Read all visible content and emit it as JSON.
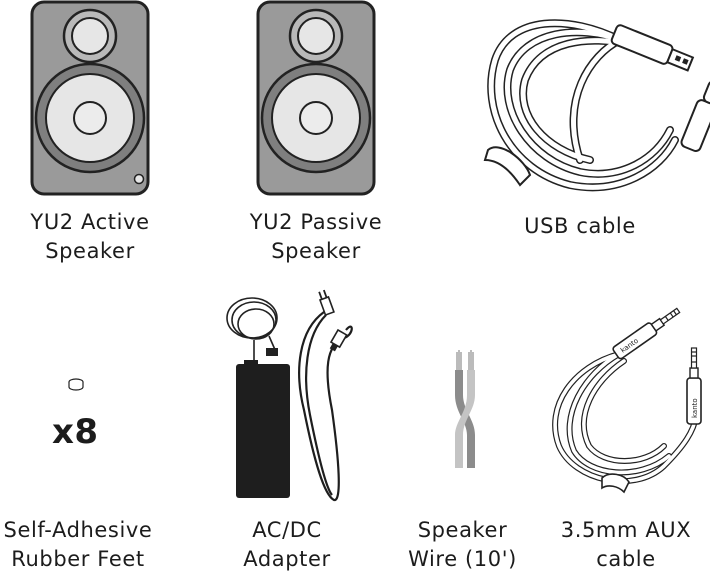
{
  "items": [
    {
      "line1": "YU2 Active",
      "line2": "Speaker",
      "icon": "active-speaker"
    },
    {
      "line1": "YU2 Passive",
      "line2": "Speaker",
      "icon": "passive-speaker"
    },
    {
      "line1": "USB cable",
      "line2": "",
      "icon": "usb-cable"
    },
    {
      "line1": "Self-Adhesive",
      "line2": "Rubber Feet",
      "icon": "rubber-foot",
      "count": "x8"
    },
    {
      "line1": "AC/DC",
      "line2": "Adapter",
      "icon": "power-adapter"
    },
    {
      "line1": "Speaker",
      "line2": "Wire (10')",
      "icon": "speaker-wire"
    },
    {
      "line1": "3.5mm AUX",
      "line2": "cable",
      "icon": "aux-cable",
      "brand": "kanto"
    }
  ],
  "colors": {
    "cabinet": "#9a9a9a",
    "cone": "#e6e6e6",
    "outline": "#222222",
    "adapter": "#1e1e1e",
    "wire_red": "#8c8c8c",
    "wire_black": "#c4c4c4"
  }
}
